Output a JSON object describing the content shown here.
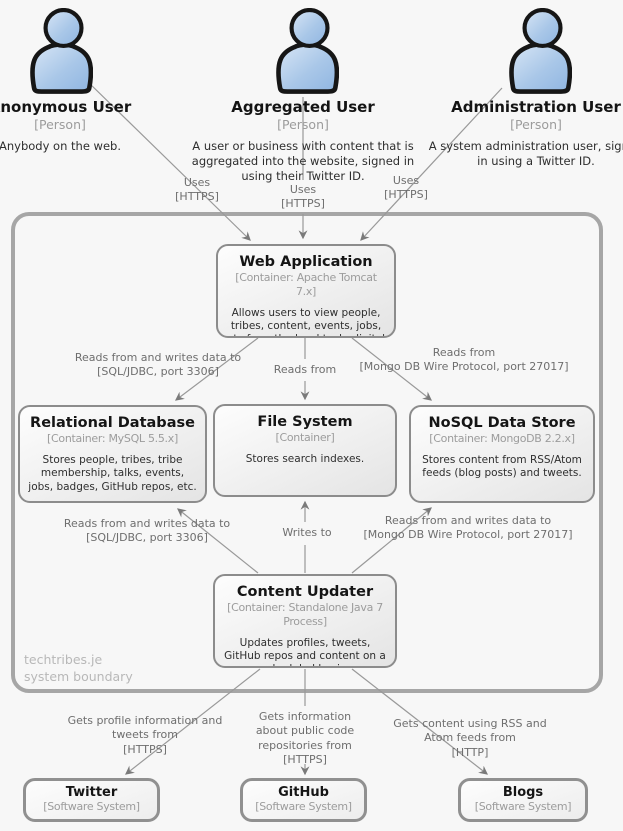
{
  "diagram": {
    "persons": [
      {
        "name": "Anonymous User",
        "type": "[Person]",
        "description": "Anybody on the web."
      },
      {
        "name": "Aggregated User",
        "type": "[Person]",
        "description": "A user or business with content that is aggregated into the website, signed in using their Twitter ID."
      },
      {
        "name": "Administration User",
        "type": "[Person]",
        "description": "A system administration user, signed in using a Twitter ID."
      }
    ],
    "boundary": {
      "line1": "techtribes.je",
      "line2": "system boundary"
    },
    "containers": {
      "web_app": {
        "name": "Web Application",
        "type": "[Container: Apache Tomcat 7.x]",
        "description": "Allows users to view people, tribes, content, events, jobs, etc from the local tech, digital and IT sector."
      },
      "rdb": {
        "name": "Relational Database",
        "type": "[Container: MySQL 5.5.x]",
        "description": "Stores people, tribes, tribe membership, talks, events, jobs, badges, GitHub repos, etc."
      },
      "fs": {
        "name": "File System",
        "type": "[Container]",
        "description": "Stores search indexes."
      },
      "nosql": {
        "name": "NoSQL Data Store",
        "type": "[Container: MongoDB 2.2.x]",
        "description": "Stores content from RSS/Atom feeds (blog posts) and tweets."
      },
      "updater": {
        "name": "Content Updater",
        "type": "[Container: Standalone Java 7 Process]",
        "description": "Updates profiles, tweets, GitHub repos and content on a scheduled basis."
      }
    },
    "external_systems": [
      {
        "name": "Twitter",
        "type": "[Software System]"
      },
      {
        "name": "GitHub",
        "type": "[Software System]"
      },
      {
        "name": "Blogs",
        "type": "[Software System]"
      }
    ],
    "rel": {
      "uses_anon": {
        "label": "Uses",
        "protocol": "[HTTPS]"
      },
      "uses_agg": {
        "label": "Uses",
        "protocol": "[HTTPS]"
      },
      "uses_admin": {
        "label": "Uses",
        "protocol": "[HTTPS]"
      },
      "webapp_rdb": {
        "label": "Reads from and writes data to",
        "protocol": "[SQL/JDBC, port 3306]"
      },
      "webapp_fs": {
        "label": "Reads from"
      },
      "webapp_nosql": {
        "label": "Reads from",
        "protocol": "[Mongo DB Wire Protocol, port 27017]"
      },
      "updater_rdb": {
        "label": "Reads from and writes data to",
        "protocol": "[SQL/JDBC, port 3306]"
      },
      "updater_fs": {
        "label": "Writes to"
      },
      "updater_nosql": {
        "label": "Reads from and writes data to",
        "protocol": "[Mongo DB Wire Protocol, port 27017]"
      },
      "updater_twitter": {
        "label": "Gets profile information and tweets from",
        "protocol": "[HTTPS]"
      },
      "updater_github": {
        "label": "Gets information about public code repositories from",
        "protocol": "[HTTPS]"
      },
      "updater_blogs": {
        "label": "Gets content using RSS and Atom feeds from",
        "protocol": "[HTTP]"
      }
    },
    "colors": {
      "person_fill": "#a9c7e8",
      "box_border": "#8c8c8c",
      "boundary_border": "#a6a6a6",
      "line": "#999999",
      "background": "#f7f7f7"
    }
  }
}
